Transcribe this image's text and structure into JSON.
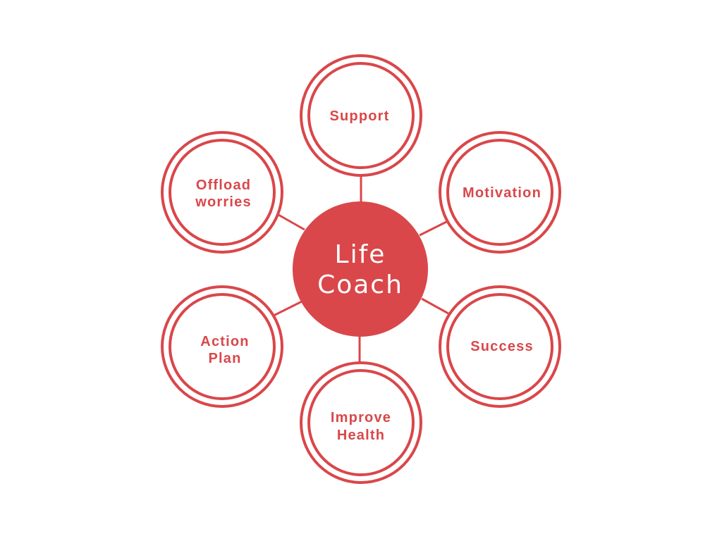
{
  "diagram": {
    "accent_color": "#d9474a",
    "center": {
      "lines": [
        "Life",
        "Coach"
      ]
    },
    "nodes": [
      {
        "id": "support",
        "lines": [
          "Support"
        ]
      },
      {
        "id": "motivation",
        "lines": [
          "Motivation"
        ]
      },
      {
        "id": "success",
        "lines": [
          "Success"
        ]
      },
      {
        "id": "improve-health",
        "lines": [
          "Improve",
          "Health"
        ]
      },
      {
        "id": "action-plan",
        "lines": [
          "Action",
          "Plan"
        ]
      },
      {
        "id": "offload-worries",
        "lines": [
          "Offload",
          "worries"
        ]
      }
    ]
  }
}
